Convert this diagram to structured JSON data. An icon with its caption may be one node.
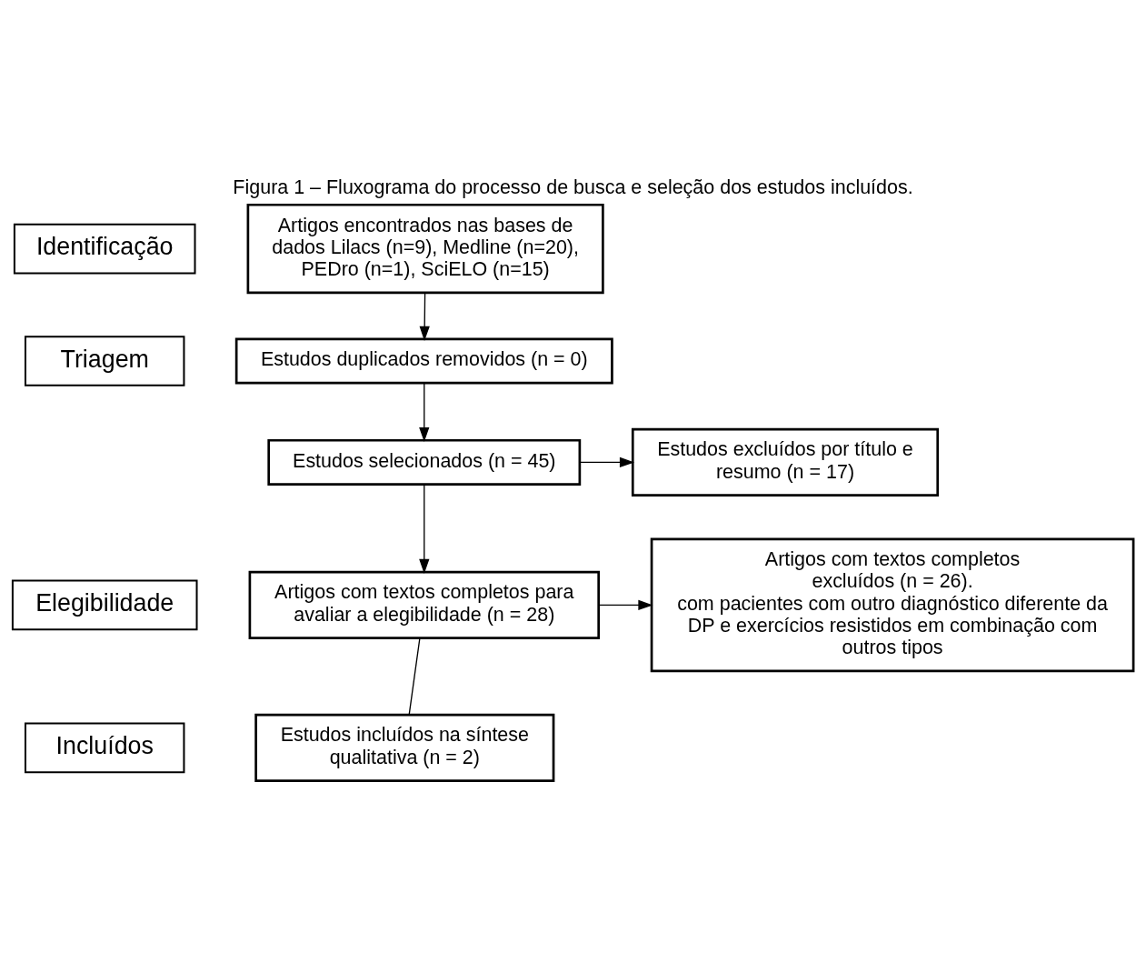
{
  "diagram": {
    "title": "Figura 1 – Fluxograma do processo de busca e seleção dos estudos incluídos.",
    "nodes": [
      {
        "text": [
          "Identificação"
        ]
      },
      {
        "text": [
          "Triagem"
        ]
      },
      {
        "text": [
          "Elegibilidade"
        ]
      },
      {
        "text": [
          "Incluídos"
        ]
      },
      {
        "text": [
          "Artigos encontrados nas bases de dados Lilacs (n=9), Medline (n=20), PEDro (n=1), SciELO (n=15)"
        ]
      },
      {
        "text": [
          "Estudos duplicados removidos (n = 0)"
        ]
      },
      {
        "text": [
          "Estudos selecionados (n = 45)"
        ]
      },
      {
        "text": [
          "Estudos excluídos por título e resumo (n = 17)"
        ]
      },
      {
        "text": [
          "Artigos com textos completos para avaliar a elegibilidade (n = 28)"
        ]
      },
      {
        "text": [
          "Artigos com textos completos excluídos (n = 26).",
          "com pacientes com outro diagnóstico diferente da DP e exercícios resistidos em combinação com outros tipos"
        ]
      },
      {
        "text": [
          "Estudos incluídos na síntese qualitativa (n = 2)"
        ]
      }
    ],
    "edges": [
      {
        "from": 4,
        "to": 5,
        "arrow": "to"
      },
      {
        "from": 5,
        "to": 6,
        "arrow": "to"
      },
      {
        "from": 6,
        "to": 7,
        "arrow": "to"
      },
      {
        "from": 6,
        "to": 8,
        "arrow": "to"
      },
      {
        "from": 8,
        "to": 9,
        "arrow": "to"
      },
      {
        "from": 8,
        "to": 10,
        "arrow": "none"
      }
    ]
  }
}
